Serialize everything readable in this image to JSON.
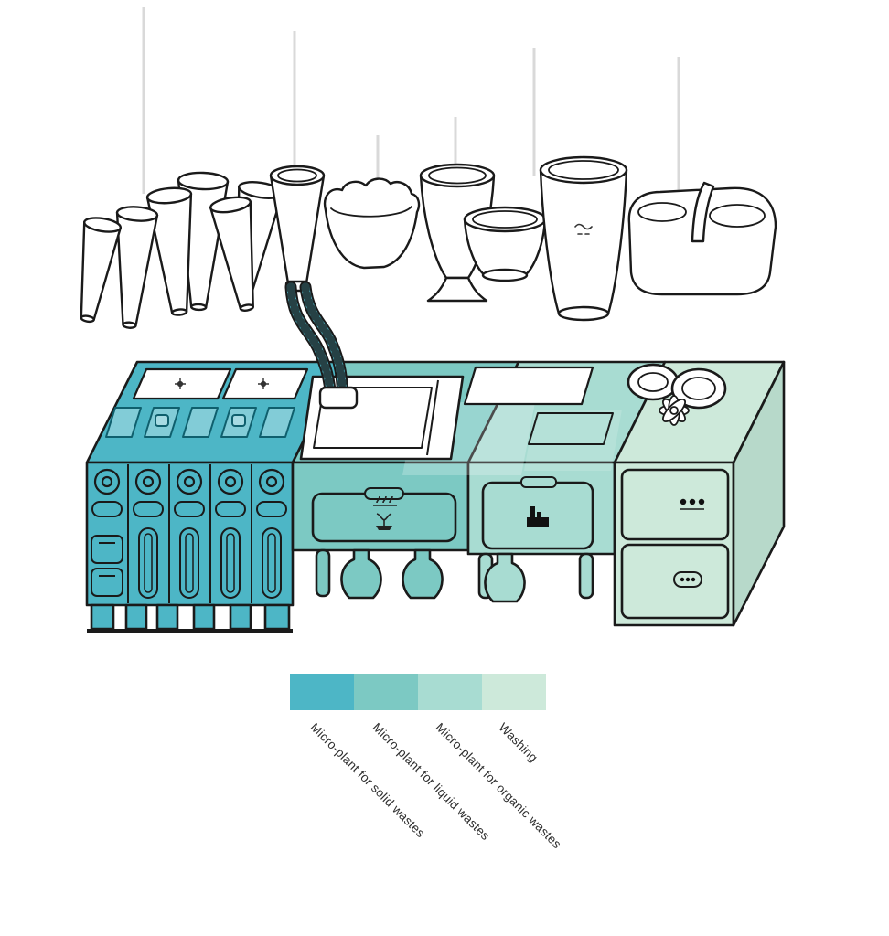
{
  "legend": {
    "items": [
      {
        "label": "Micro-plant for solid wastes",
        "color": "#4db6c6"
      },
      {
        "label": "Micro-plant for liquid wastes",
        "color": "#7cc9c3"
      },
      {
        "label": "Micro-plant for organic wastes",
        "color": "#a8dcd2"
      },
      {
        "label": "Washing",
        "color": "#cde9da"
      }
    ]
  },
  "palette": {
    "background": "#ffffff",
    "outline": "#1a1a1a",
    "cord": "#d9d9d9",
    "side_shade": "#b7d9ca",
    "slot_outline": "#0f5f6d"
  },
  "icons": {
    "hanging-cord": "thin vertical line",
    "funnel-vessel": "tapered cone outline",
    "basin-vessel": "scalloped bowl outline",
    "goblet-vessel": "stemmed cup outline",
    "bowl-vessel": "low bowl outline",
    "cup-vessel": "large tumbler outline",
    "planter-vessel": "oblong trough outline",
    "ribbed-hose": "corrugated tube",
    "sink-basin": "inset rounded basin",
    "knob-dial": "concentric circles",
    "capsule-vent": "vertical pill slot",
    "steam-icon": "rising squiggles",
    "plant-icon": "sprout in dish",
    "factory-icon": "small factory silhouette",
    "dots-icon": "three dots",
    "drum-icon": "pill with dots",
    "burner-circle": "concentric ellipses",
    "propeller-icon": "four-petal rotor",
    "bulb-leg": "flask-shaped leg",
    "post-leg": "straight leg"
  }
}
